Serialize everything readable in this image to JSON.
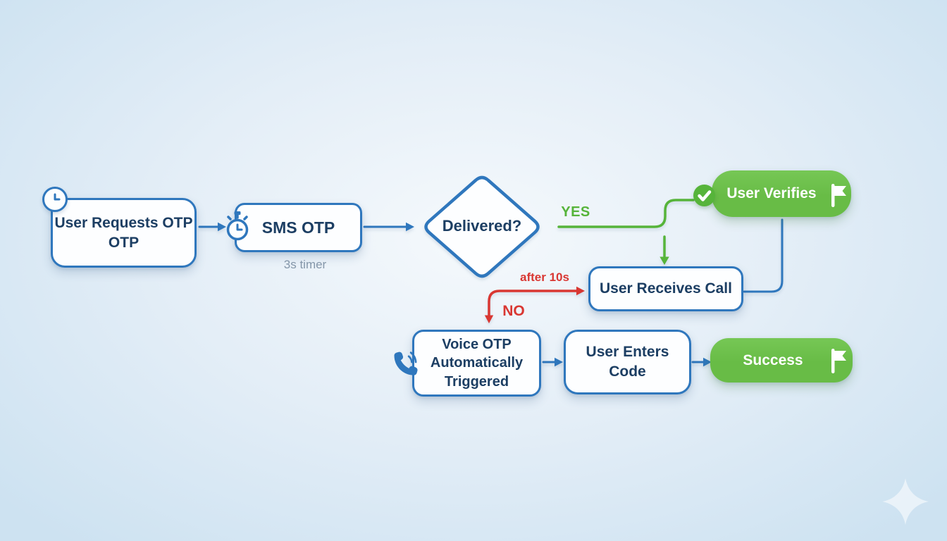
{
  "palette": {
    "bg_outer": "#cde2f1",
    "bg_mid": "#e4eef7",
    "bg_center": "#f5f9fc",
    "blue": "#2f77bd",
    "navy": "#1c3e63",
    "green_box": "#68bc46",
    "green_line": "#56b43a",
    "red": "#d93732",
    "gray": "#8496a9",
    "white": "#fdfeff"
  },
  "nodes": {
    "request": {
      "label": "User Requests OTP\nOTP"
    },
    "sms": {
      "label": "SMS OTP",
      "sublabel": "3s timer"
    },
    "decision": {
      "label": "Delivered?"
    },
    "verify": {
      "label": "User Verifies"
    },
    "receives_call": {
      "label": "User Receives Call"
    },
    "voice": {
      "label": "Voice OTP\nAutomatically\nTriggered"
    },
    "enters_code": {
      "label": "User Enters\nCode"
    },
    "success": {
      "label": "Success"
    }
  },
  "edge_labels": {
    "yes": "YES",
    "no": "NO",
    "after": "after 10s"
  },
  "icons": [
    "clock-icon",
    "stopwatch-icon",
    "check-circle-icon",
    "flag-icon",
    "phone-icon",
    "sparkle-icon"
  ]
}
